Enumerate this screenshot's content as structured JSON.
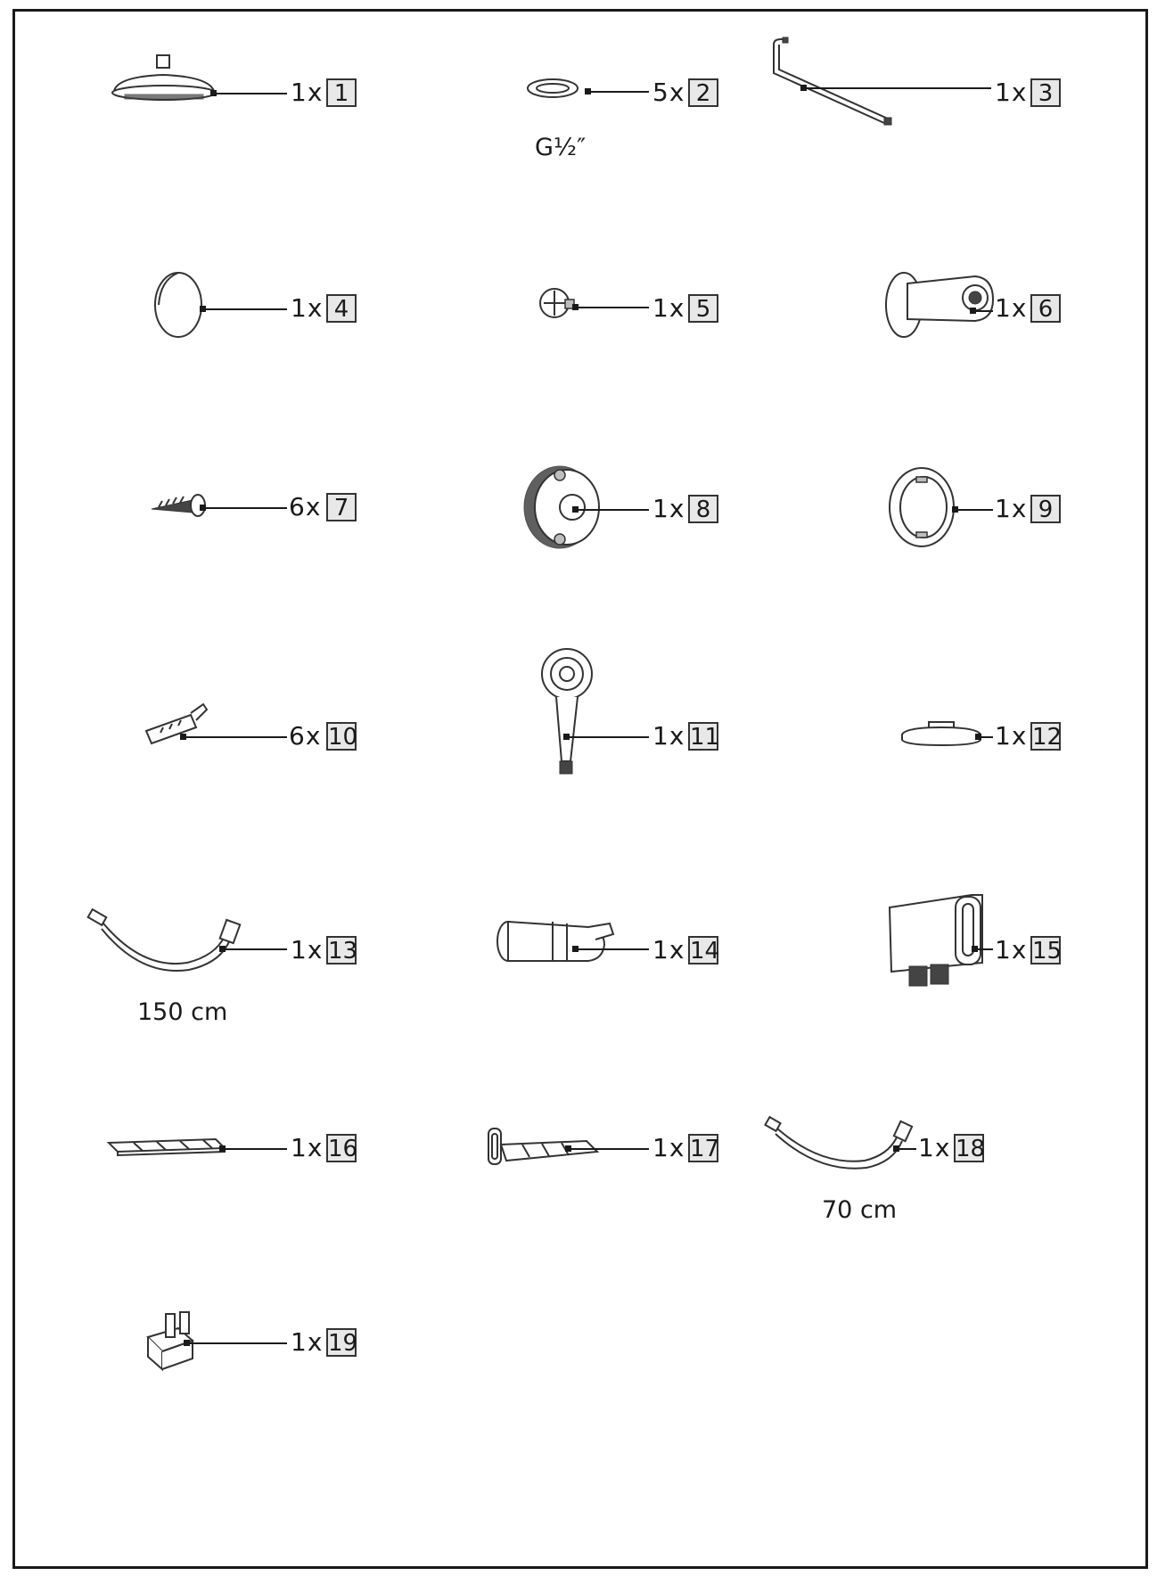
{
  "parts": [
    {
      "qty": "1x",
      "num": "1",
      "icon": "rain-shower-head-icon"
    },
    {
      "qty": "5x",
      "num": "2",
      "icon": "seal-ring-icon",
      "note": "G½″"
    },
    {
      "qty": "1x",
      "num": "3",
      "icon": "shower-rod-icon"
    },
    {
      "qty": "1x",
      "num": "4",
      "icon": "cover-disc-icon"
    },
    {
      "qty": "1x",
      "num": "5",
      "icon": "screw-cap-icon"
    },
    {
      "qty": "1x",
      "num": "6",
      "icon": "wall-holder-icon"
    },
    {
      "qty": "6x",
      "num": "7",
      "icon": "screw-icon"
    },
    {
      "qty": "1x",
      "num": "8",
      "icon": "wall-rosette-icon"
    },
    {
      "qty": "1x",
      "num": "9",
      "icon": "mounting-ring-icon"
    },
    {
      "qty": "6x",
      "num": "10",
      "icon": "wall-plug-icon"
    },
    {
      "qty": "1x",
      "num": "11",
      "icon": "hand-shower-icon"
    },
    {
      "qty": "1x",
      "num": "12",
      "icon": "flange-cap-icon"
    },
    {
      "qty": "1x",
      "num": "13",
      "icon": "shower-hose-icon",
      "note": "150 cm"
    },
    {
      "qty": "1x",
      "num": "14",
      "icon": "slider-holder-icon"
    },
    {
      "qty": "1x",
      "num": "15",
      "icon": "mixer-body-icon"
    },
    {
      "qty": "1x",
      "num": "16",
      "icon": "shelf-tray-icon"
    },
    {
      "qty": "1x",
      "num": "17",
      "icon": "shelf-with-holder-icon"
    },
    {
      "qty": "1x",
      "num": "18",
      "icon": "connection-hose-icon",
      "note": "70 cm"
    },
    {
      "qty": "1x",
      "num": "19",
      "icon": "mounting-bracket-icon"
    }
  ]
}
